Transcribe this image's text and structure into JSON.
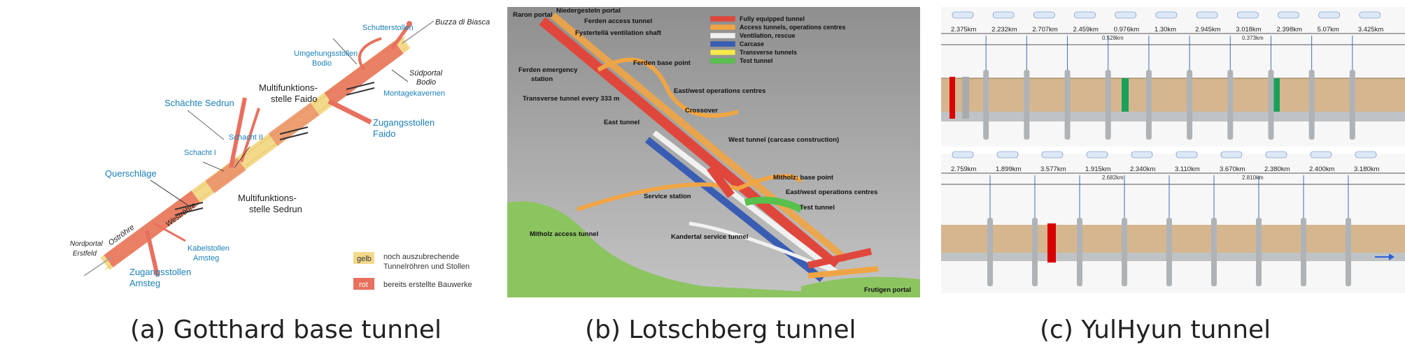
{
  "panel_a": {
    "labels": {
      "buzza": "Buzza di Biasca",
      "schutter": "Schutterstollen",
      "umg1": "Umgehungsstollen",
      "umg2": "Bodio",
      "sud1": "Südportal",
      "sud2": "Bodio",
      "monta": "Montagekavernen",
      "mff1": "Multifunktions-",
      "mff2": "stelle Faido",
      "zuf1": "Zugangsstollen",
      "zuf2": "Faido",
      "schachte": "Schächte Sedrun",
      "schacht1": "Schacht I",
      "schacht2": "Schacht II",
      "quer": "Querschläge",
      "mfs1": "Multifunktions-",
      "mfs2": "stelle Sedrun",
      "west": "Weströhre",
      "ost": "Oströhre",
      "nord1": "Nordportal",
      "nord2": "Erstfeld",
      "kab1": "Kabelstollen",
      "kab2": "Amsteg",
      "zua1": "Zugangsstollen",
      "zua2": "Amsteg"
    },
    "legend": {
      "gelb_chip": "gelb",
      "gelb_text1": "noch auszubrechende",
      "gelb_text2": "Tunnelröhren und Stollen",
      "rot_chip": "rot",
      "rot_text": "bereits erstellte Bauwerke"
    }
  },
  "panel_b": {
    "labels": {
      "raron": "Raron portal",
      "nieder": "Niedergesteln portal",
      "ferden_access": "Ferden access tunnel",
      "fystertella": "Fystertellä ventilation shaft",
      "ferden_base": "Ferden base point",
      "ferden_em1": "Ferden emergency",
      "ferden_em2": "station",
      "transverse": "Transverse tunnel every 333 m",
      "ew_ops1": "East/west operations centres",
      "crossover": "Crossover",
      "east_tunnel": "East tunnel",
      "west_tunnel": "West tunnel (carcase construction)",
      "mitholz_base": "Mitholz: base point",
      "ew_ops2": "East/west operations centres",
      "service_station": "Service station",
      "test_tunnel": "Test tunnel",
      "mitholz_access": "Mitholz access tunnel",
      "kandertal": "Kandertal service tunnel",
      "frutigen": "Frutigen portal"
    },
    "legend": [
      {
        "label": "Fully equipped tunnel",
        "color": "#e0473c"
      },
      {
        "label": "Access tunnels, operations centres",
        "color": "#f0a545"
      },
      {
        "label": "Ventilation, rescue",
        "color": "#f1f1f1"
      },
      {
        "label": "Carcase",
        "color": "#3a5db4"
      },
      {
        "label": "Transverse tunnels",
        "color": "#f6e84a"
      },
      {
        "label": "Test tunnel",
        "color": "#58c04c"
      }
    ]
  },
  "panel_c": {
    "top_stations": [
      "2.375km",
      "2.232km",
      "2.707km",
      "2.459km",
      "0.976km",
      "1.30km",
      "2.945km",
      "3.018km",
      "2.398km",
      "5.07km",
      "3.425km"
    ],
    "top_sub": [
      "0.528km",
      "0.373km"
    ],
    "bottom_stations": [
      "2.759km",
      "1.899km",
      "3.577km",
      "1.915km",
      "2.340km",
      "3.110km",
      "3.670km",
      "2.380km",
      "2.400km",
      "3.180km"
    ],
    "bottom_sub": [
      "2.682km",
      "2.810km"
    ]
  },
  "captions": {
    "a": "(a) Gotthard base tunnel",
    "b": "(b) Lotschberg tunnel",
    "c": "(c) YulHyun tunnel"
  }
}
